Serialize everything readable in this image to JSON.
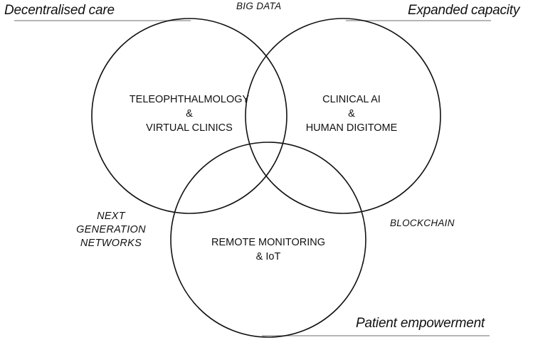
{
  "corner_labels": {
    "top_left": "Decentralised care",
    "top_right": "Expanded capacity",
    "bottom": "Patient empowerment"
  },
  "technology_labels": {
    "top": "BIG DATA",
    "left": [
      "NEXT",
      "GENERATION",
      "NETWORKS"
    ],
    "right": "BLOCKCHAIN"
  },
  "circles": [
    {
      "lines": [
        "TELEOPHTHALMOLOGY",
        "&",
        "VIRTUAL CLINICS"
      ]
    },
    {
      "lines": [
        "CLINICAL AI",
        "&",
        "HUMAN DIGITOME"
      ]
    },
    {
      "lines": [
        "REMOTE MONITORING",
        "& IoT"
      ]
    }
  ]
}
